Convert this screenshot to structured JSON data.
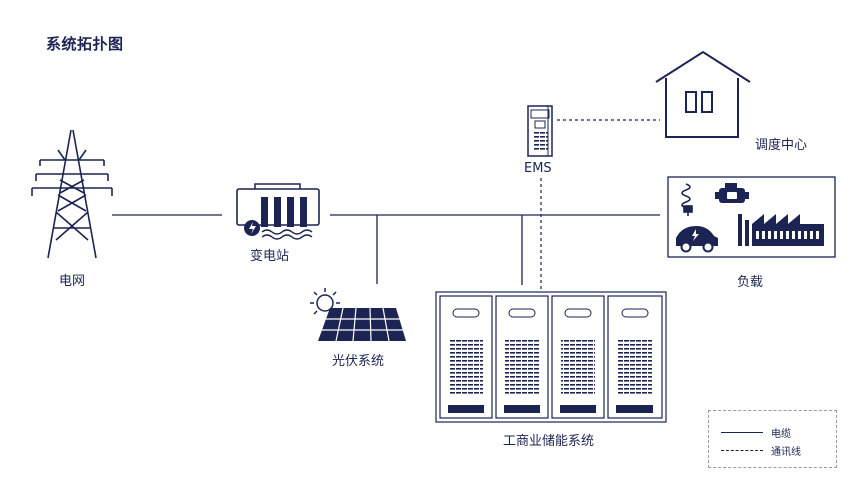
{
  "title": "系统拓扑图",
  "nodes": {
    "grid": "电网",
    "substation": "变电站",
    "ems": "EMS",
    "dispatch_center": "调度中心",
    "load": "负载",
    "pv_system": "光伏系统",
    "storage_system": "工商业储能系统"
  },
  "legend": {
    "cable": "电缆",
    "comm_line": "通讯线"
  },
  "colors": {
    "primary": "#1c2453",
    "background": "#ffffff"
  }
}
